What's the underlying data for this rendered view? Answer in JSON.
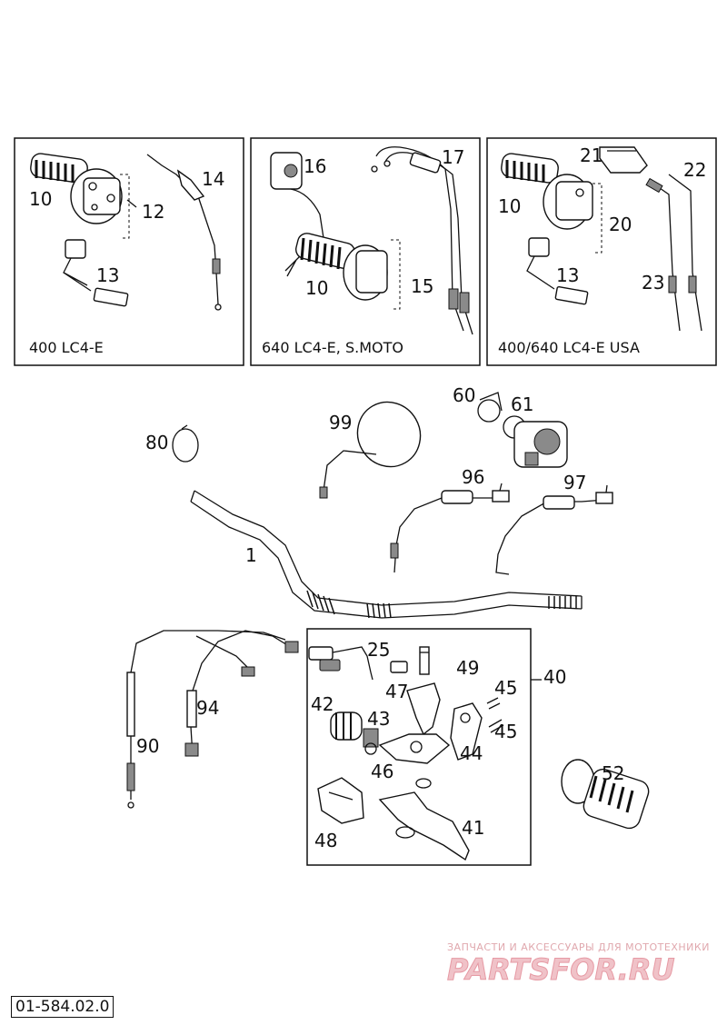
{
  "panels": [
    {
      "caption": "400 LC4-E",
      "callouts": [
        "10",
        "12",
        "13",
        "14"
      ]
    },
    {
      "caption": "640 LC4-E, S.MOTO",
      "callouts": [
        "16",
        "17",
        "10",
        "15"
      ]
    },
    {
      "caption": "400/640 LC4-E USA",
      "callouts": [
        "21",
        "22",
        "10",
        "20",
        "13",
        "23"
      ]
    }
  ],
  "main_callouts": [
    "80",
    "99",
    "60",
    "61",
    "96",
    "97",
    "1",
    "90",
    "94",
    "52"
  ],
  "assembly": {
    "number": "40",
    "callouts": [
      "25",
      "49",
      "45",
      "42",
      "43",
      "47",
      "45",
      "44",
      "46",
      "41",
      "48"
    ]
  },
  "watermark": {
    "line1": "ЗАПЧАСТИ И АКСЕССУАРЫ ДЛЯ МОТОТЕХНИКИ",
    "line2": "PARTSFOR.RU"
  },
  "document_number": "01-584.02.0"
}
